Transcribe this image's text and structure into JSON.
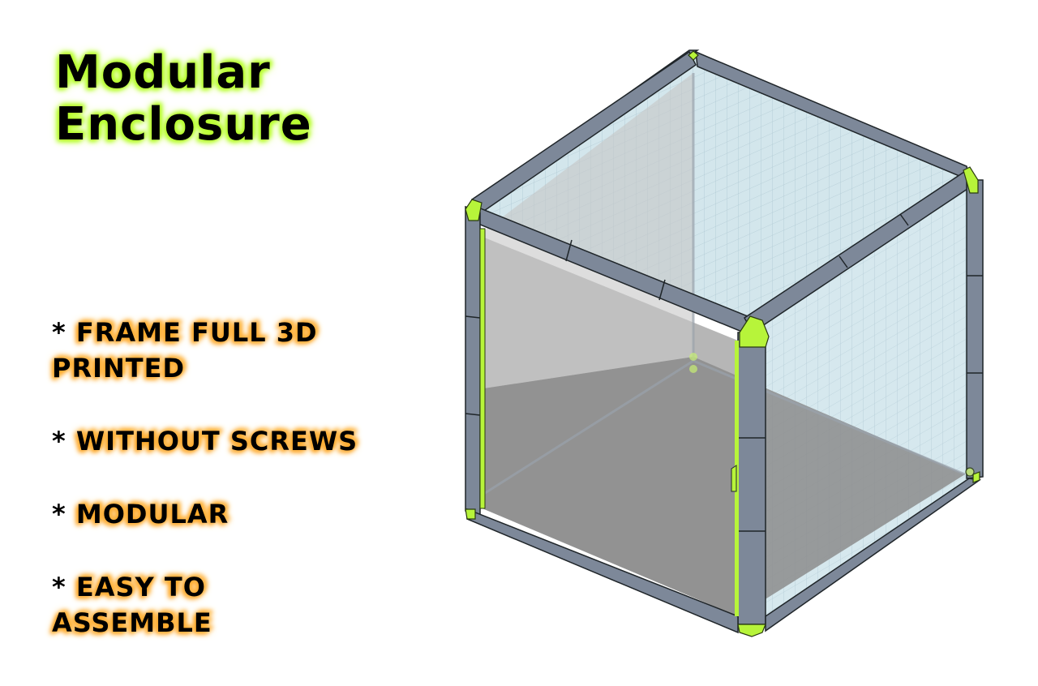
{
  "title": {
    "line1": "Modular",
    "line2": "Enclosure",
    "glow_color": "#b8ff2e"
  },
  "features": [
    {
      "bullet": "*",
      "lines": [
        "FRAME FULL 3D",
        "PRINTED"
      ]
    },
    {
      "bullet": "*",
      "lines": [
        "WITHOUT SCREWS"
      ]
    },
    {
      "bullet": "*",
      "lines": [
        "MODULAR"
      ]
    },
    {
      "bullet": "*",
      "lines": [
        "EASY TO",
        "ASSEMBLE"
      ]
    }
  ],
  "feature_glow_color": "#ffa726",
  "illustration": {
    "subject": "3d-printed-modular-enclosure-cube",
    "frame_color": "#6f7d8f",
    "panel_color": "#cfe4ea",
    "floor_color": "#8a8a8a",
    "connector_color": "#b7f43a"
  }
}
